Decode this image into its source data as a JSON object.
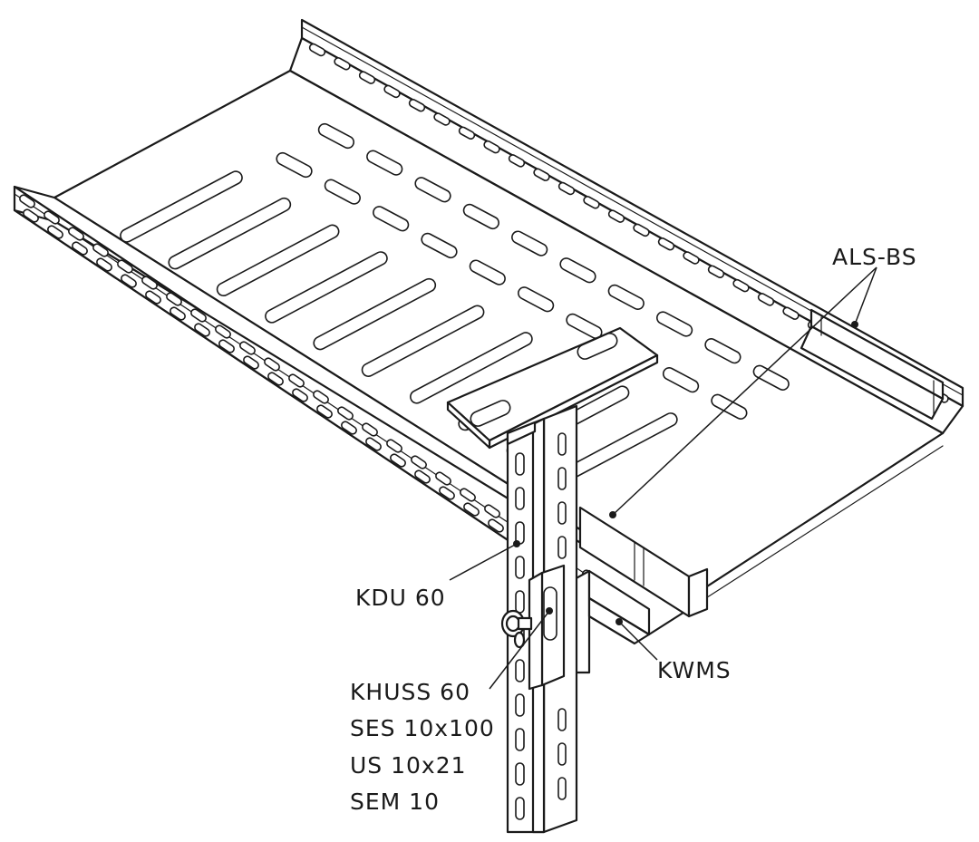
{
  "labels": {
    "als_bs": "ALS-BS",
    "kdu": "KDU 60",
    "kwms": "KWMS",
    "khuss": "KHUSS 60",
    "ses": "SES 10x100",
    "us": "US 10x21",
    "sem": "SEM 10"
  }
}
